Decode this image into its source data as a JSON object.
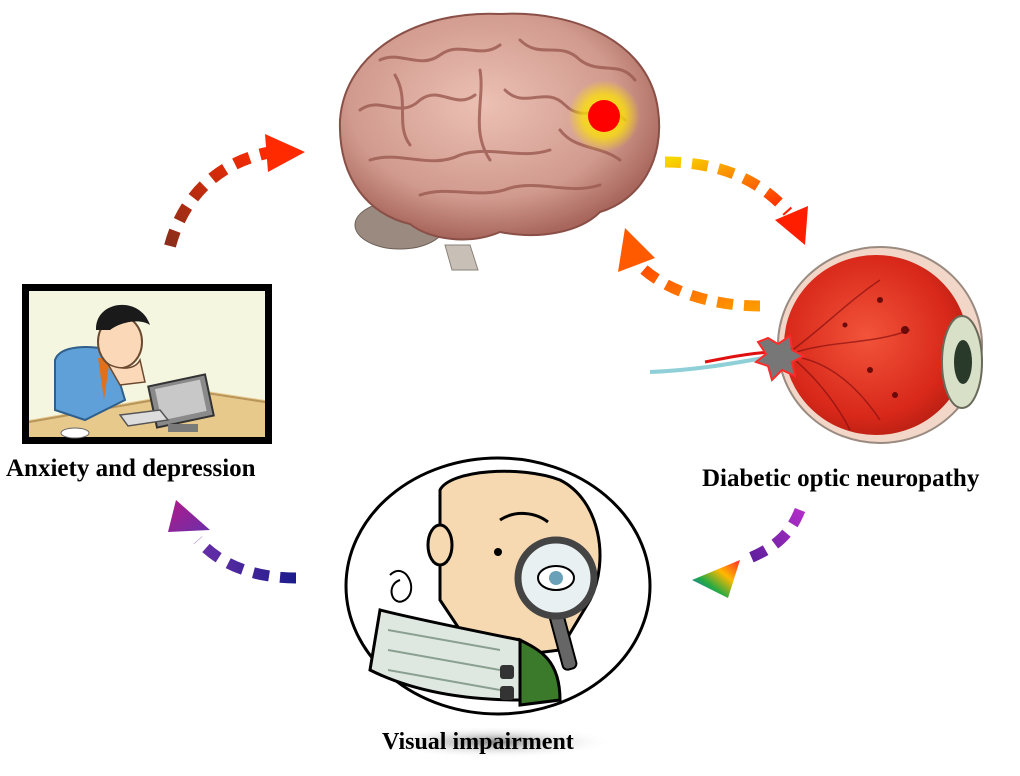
{
  "labels": {
    "anxiety": "Anxiety and depression",
    "diabetic_optic_neuropathy": "Diabetic optic neuropathy",
    "visual_impairment": "Visual impairment"
  },
  "nodes": [
    {
      "id": "brain",
      "icon": "brain-icon"
    },
    {
      "id": "eye",
      "icon": "eyeball-icon"
    },
    {
      "id": "visual",
      "icon": "magnifier-reader-icon"
    },
    {
      "id": "anxiety",
      "icon": "person-at-computer-icon"
    }
  ],
  "edges": [
    {
      "from": "anxiety",
      "to": "brain"
    },
    {
      "from": "brain",
      "to": "eye"
    },
    {
      "from": "eye",
      "to": "brain"
    },
    {
      "from": "eye",
      "to": "visual"
    },
    {
      "from": "visual",
      "to": "anxiety"
    }
  ],
  "colors": {
    "marker": "#ff0000",
    "glow": "#ffe600",
    "brain": "#d89d92",
    "eye_red": "#e0301c",
    "arrow_anxiety_brain": "#c0392b",
    "arrow_brain_eye": "#f5b800",
    "arrow_eye_brain": "#ff8c00",
    "arrow_eye_visual": "#9b30c8",
    "arrow_visual_anxiety": "#1b1b8a"
  }
}
